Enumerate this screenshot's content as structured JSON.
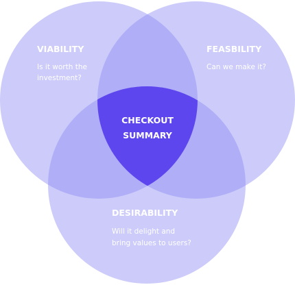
{
  "colors": {
    "circle_fill": "#8f8bf4",
    "center_fill": "#5e46ef",
    "text": "#ffffff",
    "background": "#ffffff"
  },
  "circles": {
    "viability": {
      "title": "VIABILITY",
      "desc_line1": "Is it worth the",
      "desc_line2": "investment?"
    },
    "feasibility": {
      "title": "FEASBILITY",
      "desc_line1": "Can we make it?"
    },
    "desirability": {
      "title": "DESIRABILITY",
      "desc_line1": "Will it delight and",
      "desc_line2": "bring values to users?"
    }
  },
  "center": {
    "line1": "CHECKOUT",
    "line2": "SUMMARY"
  }
}
